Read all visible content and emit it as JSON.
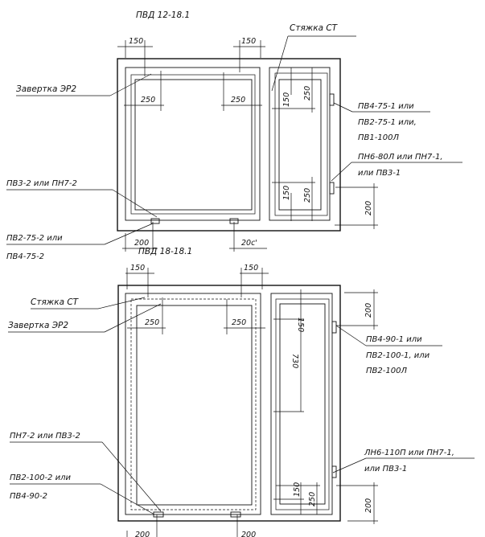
{
  "top": {
    "title": "ПВД 12-18.1",
    "tie": "Стяжка СТ",
    "latch": "Завертка ЭР2",
    "dim_150_a": "150",
    "dim_150_b": "150",
    "dim_250_a": "250",
    "dim_250_b": "250",
    "dim_r_150_top": "150",
    "dim_r_250_top": "250",
    "dim_r_150_bot": "150",
    "dim_r_250_bot": "250",
    "dim_right_200": "200",
    "dim_bottom_200_a": "200",
    "dim_bottom_200_b": "20c'",
    "hinge_right": [
      "ПВ4-75-1 или",
      "ПВ2-75-1 или,",
      "ПВ1-100Л"
    ],
    "handle_right": [
      "ПН6-80Л или ПН7-1,",
      "или ПВ3-1"
    ],
    "handle_bottom": "ПВ3-2 или ПН7-2",
    "hinge_bottom": [
      "ПВ2-75-2 или",
      "ПВ4-75-2"
    ]
  },
  "bottom": {
    "title": "ПВД 18-18.1",
    "tie": "Стяжка СТ",
    "latch": "Завертка ЭР2",
    "dim_150_a": "150",
    "dim_150_b": "150",
    "dim_250_a": "250",
    "dim_250_b": "250",
    "dim_r_150_top": "150",
    "dim_r_730": "730",
    "dim_r_150_bot": "150",
    "dim_r_250_bot": "250",
    "dim_right_200_top": "200",
    "dim_right_200_bot": "200",
    "dim_bottom_200_a": "200",
    "dim_bottom_200_b": "200",
    "hinge_right": [
      "ПВ4-90-1 или",
      "ПВ2-100-1, или",
      "ПВ2-100Л"
    ],
    "handle_right": [
      "ЛН6-110П или ПН7-1,",
      "или ПВ3-1"
    ],
    "handle_bottom": "ПН7-2 или ПВ3-2",
    "hinge_bottom": [
      "ПВ2-100-2 или",
      "ПВ4-90-2"
    ]
  }
}
